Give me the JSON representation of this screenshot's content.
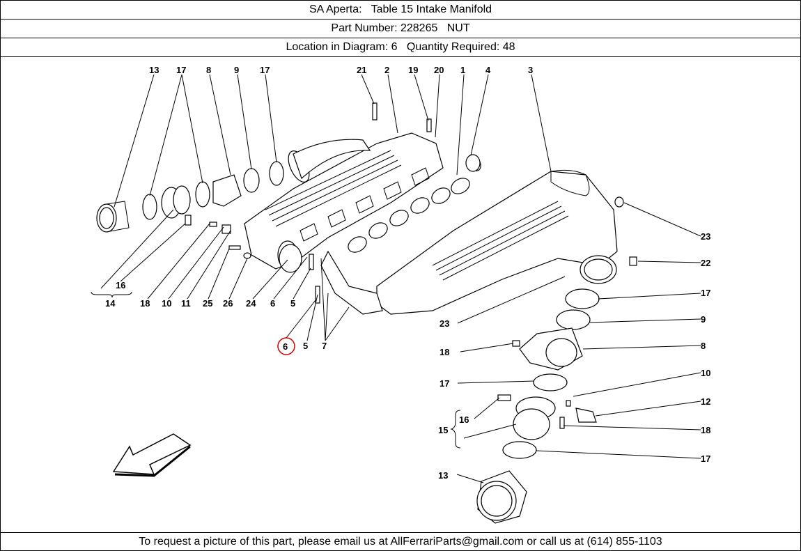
{
  "header": {
    "line1": "SA Aperta:   Table 15 Intake Manifold",
    "line2": "Part Number: 228265   NUT",
    "line3": "Location in Diagram: 6   Quantity Required: 48"
  },
  "footer": "To request a picture of this part, please email us at AllFerrariParts@gmail.com or call us at (614) 855-1103",
  "highlight_color": "#cc0000",
  "highlighted_label": "6",
  "callouts": {
    "top_13": "13",
    "top_17a": "17",
    "top_8": "8",
    "top_9": "9",
    "top_17b": "17",
    "top_21": "21",
    "top_2": "2",
    "top_19": "19",
    "top_20": "20",
    "top_1": "1",
    "top_4": "4",
    "top_3": "3",
    "r_23a": "23",
    "r_22": "22",
    "r_17a": "17",
    "r_9": "9",
    "r_8": "8",
    "r_10": "10",
    "r_12": "12",
    "r_18": "18",
    "r_17b": "17",
    "l_16": "16",
    "l_14": "14",
    "l_18": "18",
    "l_10": "10",
    "l_11": "11",
    "l_25": "25",
    "l_26": "26",
    "l_24": "24",
    "l_6": "6",
    "l_5": "5",
    "l_5b": "5",
    "l_7": "7",
    "m_23": "23",
    "m_18": "18",
    "m_17": "17",
    "m_16": "16",
    "m_15": "15",
    "m_13": "13"
  }
}
